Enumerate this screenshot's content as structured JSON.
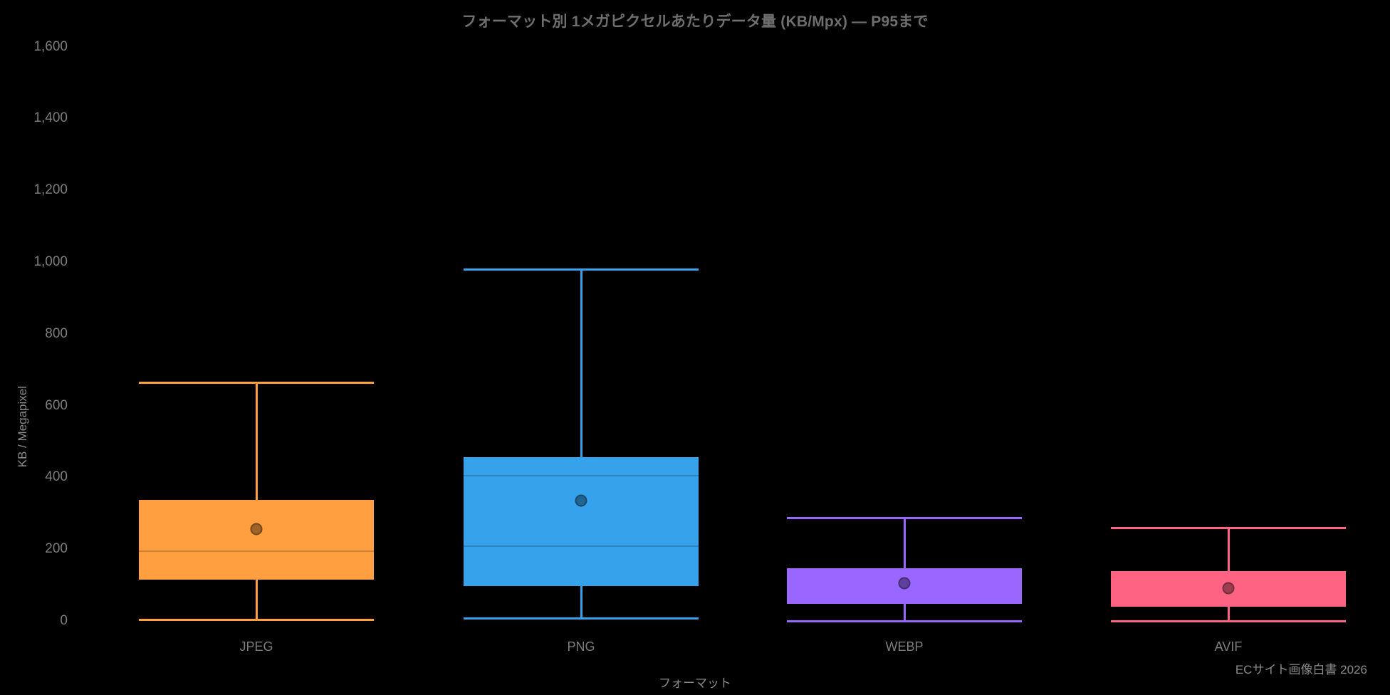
{
  "chart_data": {
    "type": "box",
    "title": "フォーマット別 1メガピクセルあたりデータ量 (KB/Mpx) — P95まで",
    "xlabel": "フォーマット",
    "ylabel": "KB / Megapixel",
    "footer": "ECサイト画像白書 2026",
    "categories": [
      "JPEG",
      "PNG",
      "WEBP",
      "AVIF"
    ],
    "ylim": [
      0,
      1680
    ],
    "yticks": [
      "0",
      "200",
      "400",
      "600",
      "800",
      "1,000",
      "1,200",
      "1,400",
      "1,600"
    ],
    "ytick_values": [
      0,
      200,
      400,
      600,
      800,
      1000,
      1200,
      1400,
      1600
    ],
    "grid": false,
    "legend": "none",
    "background_color": "#000000",
    "text_color": "#7d7d7d",
    "boxes": [
      {
        "name": "JPEG",
        "color": "#FF9F40",
        "fill": "#FF9F40",
        "whisker_low": 2,
        "q1": 115,
        "median": 195,
        "q3": 337,
        "whisker_high": 663,
        "mean": 256
      },
      {
        "name": "PNG",
        "color": "#36A2EB",
        "fill": "#36A2EB",
        "whisker_low": 6,
        "q1": 97,
        "median": 208,
        "q3": 456,
        "inner_high": 405,
        "whisker_high": 980,
        "mean": 335
      },
      {
        "name": "WEBP",
        "color": "#9966FF",
        "fill": "#9966FF",
        "whisker_low": 0,
        "q1": 48,
        "median": 48,
        "q3": 147,
        "whisker_high": 286,
        "mean": 105
      },
      {
        "name": "AVIF",
        "color": "#FF6384",
        "fill": "#FF6384",
        "whisker_low": 0,
        "q1": 40,
        "median": 40,
        "q3": 139,
        "whisker_high": 258,
        "mean": 91
      }
    ]
  }
}
